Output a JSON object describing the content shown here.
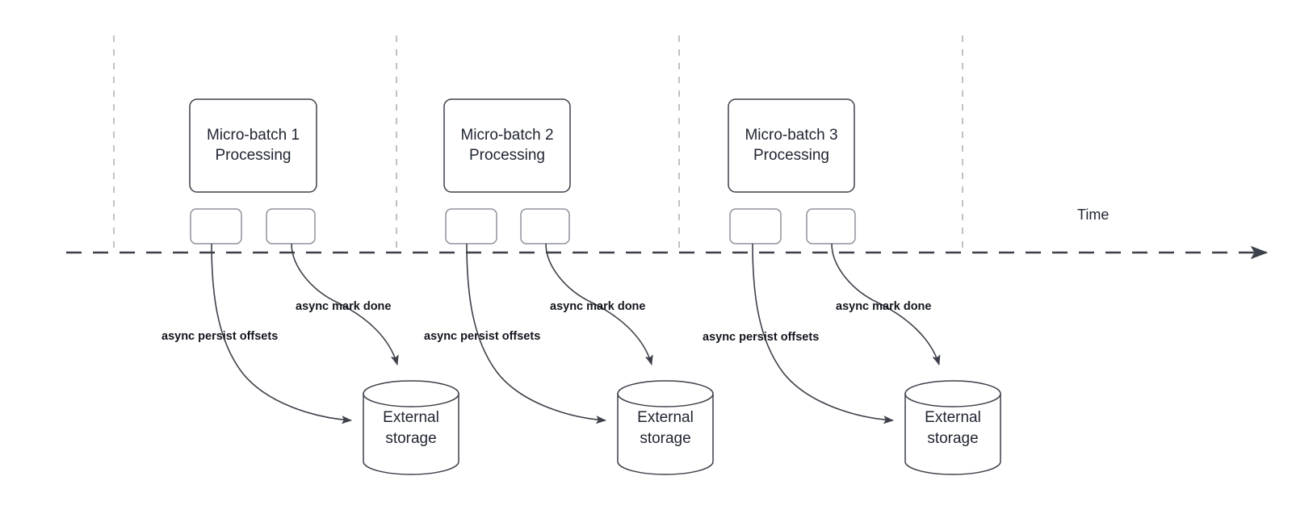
{
  "diagram": {
    "title_visible": false,
    "colors": {
      "stroke": "#3c4048",
      "light_stroke": "#b3b3b3",
      "text": "#1f2430",
      "label_text": "#13161d",
      "background": "#ffffff"
    },
    "timeline": {
      "label": "Time",
      "axis_style": "dashed-arrow"
    },
    "dividers": [
      {
        "name": "divider-1"
      },
      {
        "name": "divider-2"
      },
      {
        "name": "divider-3"
      },
      {
        "name": "divider-4"
      }
    ],
    "batches": [
      {
        "title_line1": "Micro-batch 1",
        "title_line2": "Processing",
        "task_boxes": [
          "",
          ""
        ],
        "edge_labels": {
          "persist": "async persist offsets",
          "mark_done": "async mark done"
        },
        "storage_line1": "External",
        "storage_line2": "storage"
      },
      {
        "title_line1": "Micro-batch 2",
        "title_line2": "Processing",
        "task_boxes": [
          "",
          ""
        ],
        "edge_labels": {
          "persist": "async persist offsets",
          "mark_done": "async mark done"
        },
        "storage_line1": "External",
        "storage_line2": "storage"
      },
      {
        "title_line1": "Micro-batch 3",
        "title_line2": "Processing",
        "task_boxes": [
          "",
          ""
        ],
        "edge_labels": {
          "persist": "async persist offsets",
          "mark_done": "async mark done"
        },
        "storage_line1": "External",
        "storage_line2": "storage"
      }
    ]
  }
}
